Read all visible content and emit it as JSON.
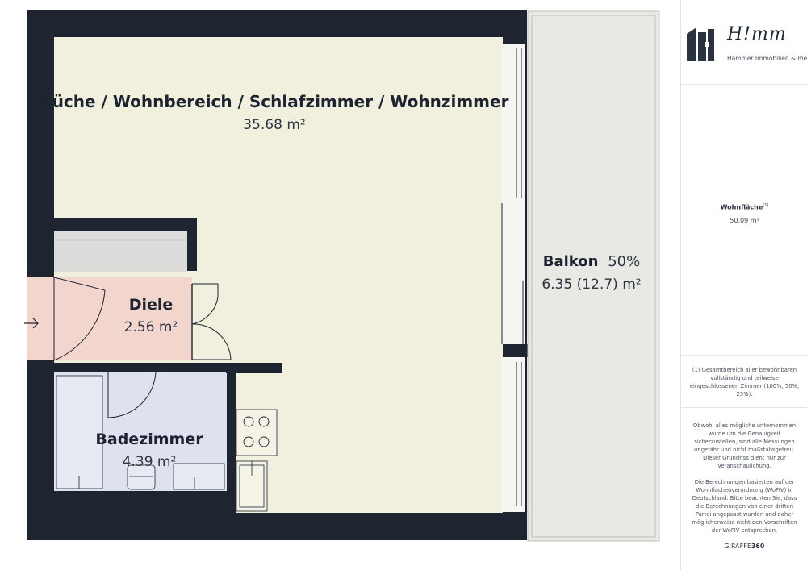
{
  "rooms": {
    "living": {
      "name": "Küche / Wohnbereich / Schlafzimmer / Wohnzimmer",
      "area": "35.68 m²"
    },
    "balcony": {
      "name": "Balkon",
      "share": "50%",
      "area": "6.35 (12.7) m²"
    },
    "hall": {
      "name": "Diele",
      "area": "2.56 m²"
    },
    "bath": {
      "name": "Badezimmer",
      "area": "4.39 m²"
    }
  },
  "sidebar": {
    "brand_script": "H!mm",
    "brand_name": "Hammer Immobilien & mehr",
    "living_area_label": "Wohnfläche",
    "living_area_footnote": "(1)",
    "living_area_value": "50.09 m²",
    "footnote_text": "(1) Gesamtbereich aller bewohnbaren vollständig und teilweise eingeschlossenen Zimmer (100%, 50%, 25%).",
    "disclaimer_1": "Obwohl alles mögliche unternommen wurde um die Genauigkeit sicherzustellen, sind alle Messungen ungefähr und nicht maßstabsgetreu. Dieser Grundriss dient nur zur Veranschaulichung.",
    "disclaimer_2": "Die Berechnungen basierten auf der Wohnflachenverordnung (WoFIV) in Deutschland. Bitte beachten Sie, dass die Berechnungen von einer dritten Partei angepasst wurden und daher möglicherweise nicht den Vorschriften der WoFIV entsprechen.",
    "giraffe_a": "GIRAFFE",
    "giraffe_b": "360"
  },
  "colors": {
    "wall": "#1e2430",
    "living": "#f1f0de",
    "balcony": "#e8e9e4",
    "hall": "#f2d6cd",
    "bath": "#dfe2ee",
    "wardrobe": "#dcdcda"
  },
  "icons": [
    "entrance-arrow-icon",
    "hammer-logo-icon",
    "stove-icon",
    "sink-icon",
    "toilet-icon",
    "shower-icon",
    "bathtub-icon"
  ]
}
